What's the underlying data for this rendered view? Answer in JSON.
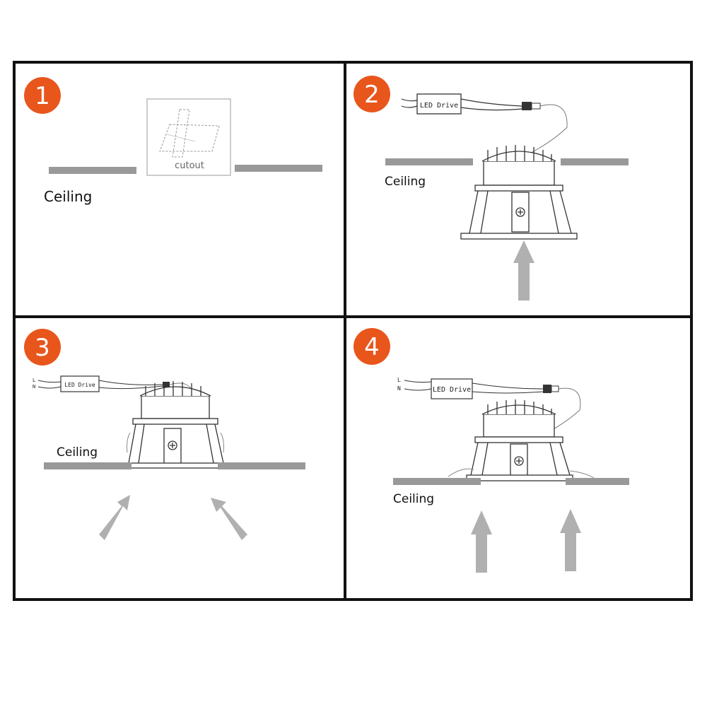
{
  "colors": {
    "frame": "#111111",
    "badge": "#e8561c",
    "ceiling": "#999999",
    "arrow": "#b0b0b0",
    "line": "#333333"
  },
  "panels": [
    {
      "step": "1",
      "ceiling_label": "Ceiling",
      "cutout_label": "cutout"
    },
    {
      "step": "2",
      "ceiling_label": "Ceiling",
      "driver_label": "LED Drive"
    },
    {
      "step": "3",
      "ceiling_label": "Ceiling",
      "driver_label": "LED Drive",
      "wire_l": "L",
      "wire_n": "N"
    },
    {
      "step": "4",
      "ceiling_label": "Ceiling",
      "driver_label": "LED Drive",
      "wire_l": "L",
      "wire_n": "N"
    }
  ]
}
